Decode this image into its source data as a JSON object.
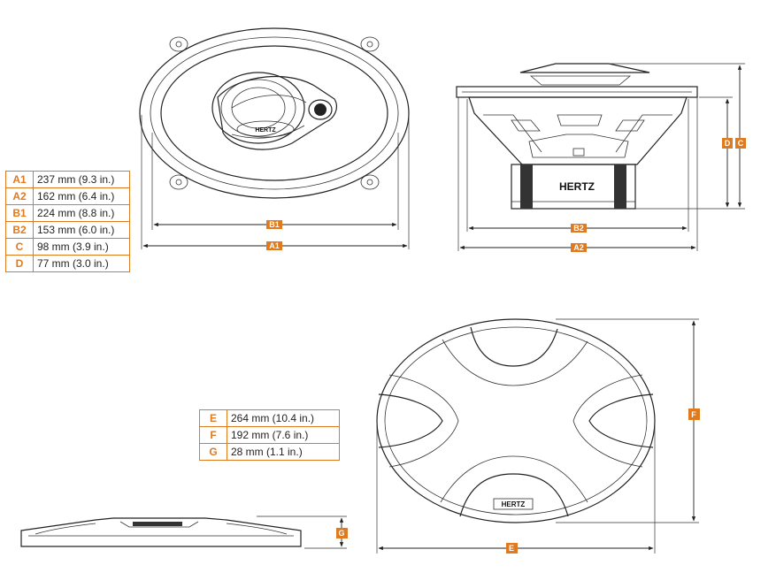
{
  "brand": "HERTZ",
  "accent_color": "#e07a1f",
  "tags": {
    "A1": "A1",
    "A2": "A2",
    "B1": "B1",
    "B2": "B2",
    "C": "C",
    "D": "D",
    "E": "E",
    "F": "F",
    "G": "G"
  },
  "table_top": [
    {
      "key": "A1",
      "value": "237 mm (9.3 in.)"
    },
    {
      "key": "A2",
      "value": "162 mm (6.4 in.)"
    },
    {
      "key": "B1",
      "value": "224 mm (8.8 in.)"
    },
    {
      "key": "B2",
      "value": "153 mm (6.0 in.)"
    },
    {
      "key": "C",
      "value": "98 mm (3.9 in.)"
    },
    {
      "key": "D",
      "value": "77 mm (3.0 in.)"
    }
  ],
  "table_bottom": [
    {
      "key": "E",
      "value": "264 mm (10.4 in.)"
    },
    {
      "key": "F",
      "value": "192 mm (7.6 in.)"
    },
    {
      "key": "G",
      "value": "28 mm (1.1 in.)"
    }
  ]
}
